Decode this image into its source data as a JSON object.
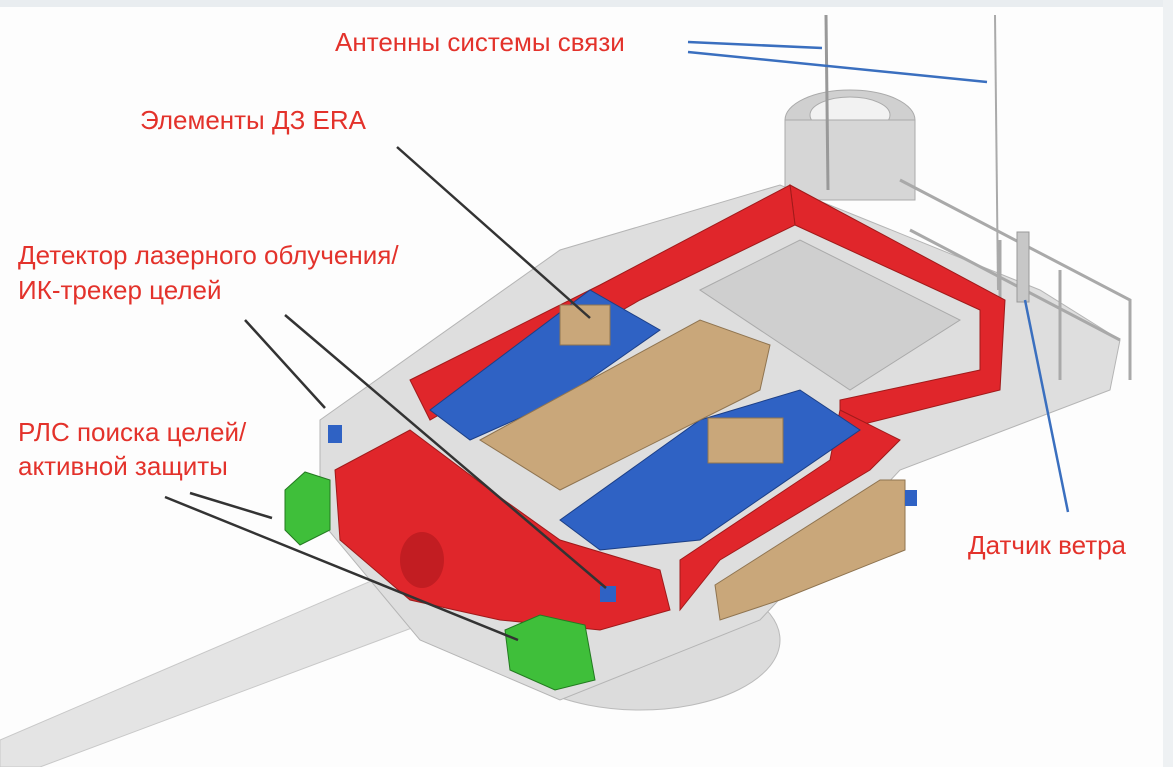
{
  "labels": {
    "antennas": "Антенны системы связи",
    "era": "Элементы ДЗ ERA",
    "laser_line1": "Детектор лазерного облучения/",
    "laser_line2": "ИК-трекер целей",
    "radar_line1": "РЛС поиска целей/",
    "radar_line2": "активной защиты",
    "wind": "Датчик ветра"
  },
  "colors": {
    "label": "#e3322b",
    "armor_red": "#e0262b",
    "era_tan": "#c9a77a",
    "blue": "#2f62c4",
    "green": "#3fbf3a",
    "body_gray": "#d9d9d9",
    "leader_blue": "#3a6fbf",
    "leader_black": "#333333"
  }
}
